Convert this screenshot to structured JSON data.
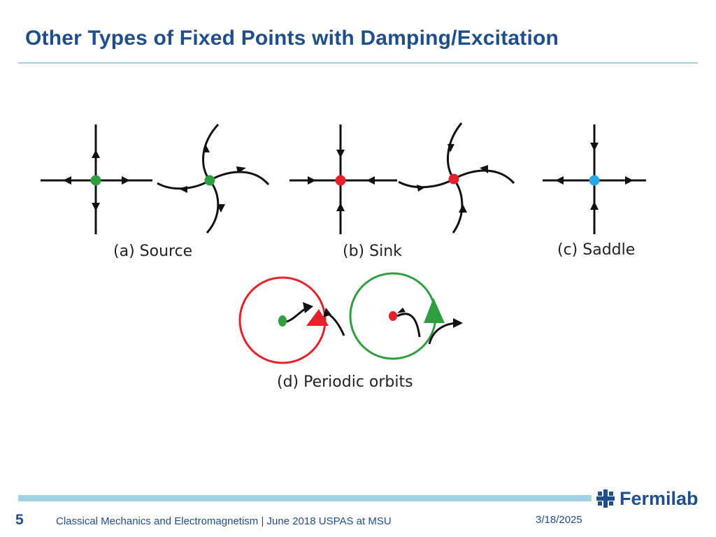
{
  "slide": {
    "title": "Other Types of Fixed Points with Damping/Excitation",
    "page_number": "5",
    "footer": "Classical Mechanics and Electromagnetism | June 2018 USPAS at MSU",
    "date": "3/18/2025",
    "logo_text": "Fermilab"
  },
  "diagram": {
    "captions": {
      "source": "(a) Source",
      "sink": "(b) Sink",
      "saddle": "(c) Saddle",
      "periodic": "(d) Periodic orbits"
    },
    "colors": {
      "source_point": "#2e9e3e",
      "sink_point": "#e8202a",
      "saddle_point": "#2aa7e8",
      "stable_orbit": "#e8202a",
      "unstable_orbit": "#2e9e3e",
      "flow": "#111111"
    }
  }
}
